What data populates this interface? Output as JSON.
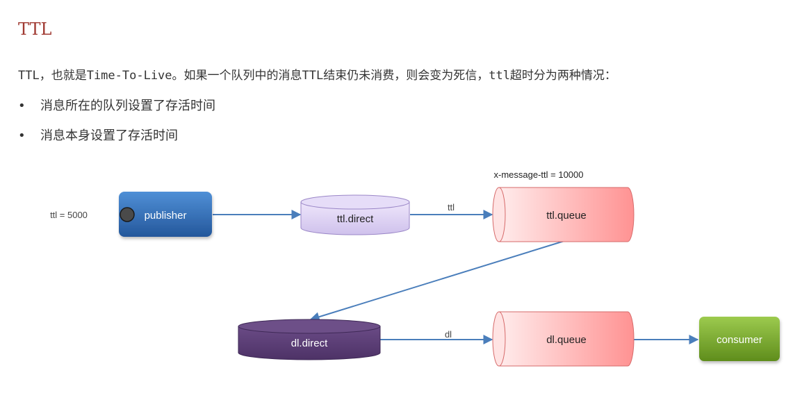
{
  "heading": "TTL",
  "intro": "TTL，也就是Time-To-Live。如果一个队列中的消息TTL结束仍未消费，则会变为死信，ttl超时分为两种情况：",
  "bullets": [
    {
      "marker": "•",
      "text": "消息所在的队列设置了存活时间"
    },
    {
      "marker": "•",
      "text": "消息本身设置了存活时间"
    }
  ],
  "diagram": {
    "publisher_ttl_label": "ttl = 5000",
    "publisher_label": "publisher",
    "ttl_exchange_label": "ttl.direct",
    "ttl_routing_key": "ttl",
    "queue_ttl_arg": "x-message-ttl = 10000",
    "ttl_queue_label": "ttl.queue",
    "dl_exchange_label": "dl.direct",
    "dl_routing_key": "dl",
    "dl_queue_label": "dl.queue",
    "consumer_label": "consumer",
    "colors": {
      "publisher": "#2f6eb5",
      "ttl_exchange": "#ddd2f3",
      "queue": "#ff9b9b",
      "dl_exchange": "#5b3d75",
      "consumer": "#78a72c",
      "arrow": "#4a7ebb"
    }
  }
}
